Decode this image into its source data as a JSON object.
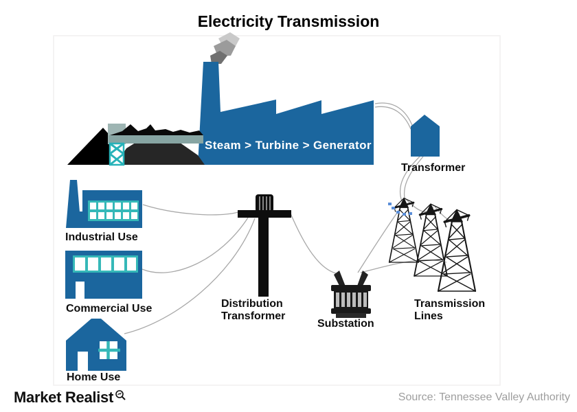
{
  "title": "Electricity Transmission",
  "diagram": {
    "plant": {
      "label": "Steam > Turbine > Generator"
    },
    "transformer": {
      "label": "Transformer"
    },
    "transmission_lines": {
      "label_line1": "Transmission",
      "label_line2": "Lines"
    },
    "substation": {
      "label": "Substation"
    },
    "distribution_transformer": {
      "label_line1": "Distribution",
      "label_line2": "Transformer"
    },
    "industrial": {
      "label": "Industrial Use"
    },
    "commercial": {
      "label": "Commercial Use"
    },
    "home": {
      "label": "Home Use"
    }
  },
  "icons": {
    "magnifier": "magnifier-icon"
  },
  "colors": {
    "building_blue": "#1b669e",
    "window_teal": "#35b8b8",
    "conveyor_slate": "#87a5a3",
    "conveyor_column": "#9eb5b3",
    "lattice_teal": "#27b2b8",
    "coal_black": "#000000",
    "coal_charcoal": "#262626",
    "smoke_light": "#c9c9c9",
    "smoke_mid": "#9b9b9b",
    "smoke_dark": "#707070",
    "wire_gray": "#a8a8a8",
    "tower_black": "#161616",
    "blue_marks": "#5a8ed8",
    "label_black": "#0e0e0e",
    "source_gray": "#9e9e9e"
  },
  "footer": {
    "brand": "Market Realist",
    "source": "Source: Tennessee Valley Authority"
  }
}
